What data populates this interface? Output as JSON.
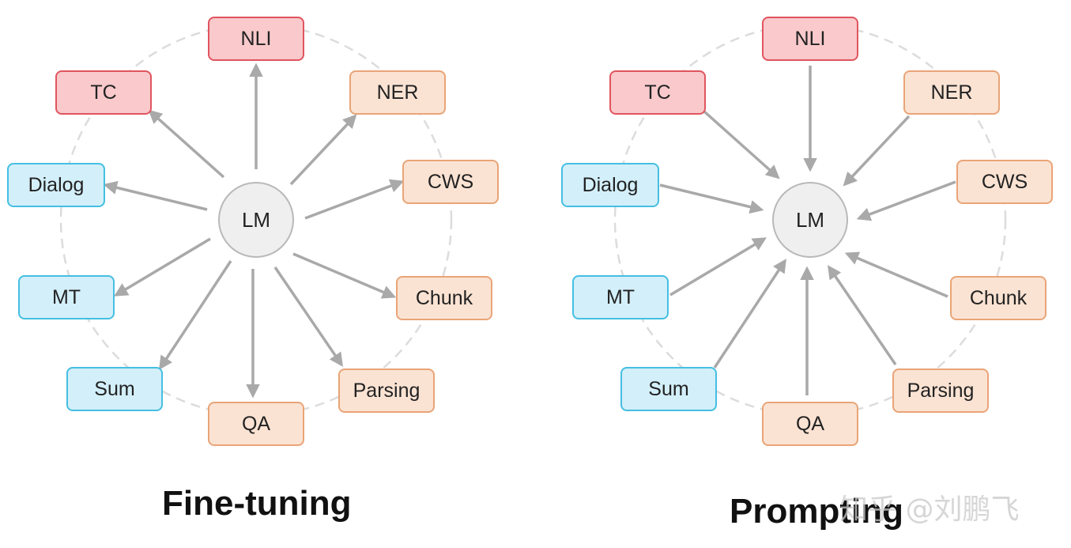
{
  "colors": {
    "edge": "#a9a9a9",
    "ring": "#dcdcdc",
    "red_fill": "#f9c9cb",
    "red_border": "#e0555f",
    "blue_fill": "#d3effa",
    "blue_border": "#45bfe2",
    "orange_fill": "#fbe3d3",
    "orange_border": "#e9a477"
  },
  "panels": [
    {
      "center_label": "LM",
      "caption": "Fine-tuning",
      "arrow_direction": "outward",
      "nodes": [
        {
          "label": "NLI",
          "group": "red"
        },
        {
          "label": "TC",
          "group": "red"
        },
        {
          "label": "NER",
          "group": "orange"
        },
        {
          "label": "Dialog",
          "group": "blue"
        },
        {
          "label": "CWS",
          "group": "orange"
        },
        {
          "label": "MT",
          "group": "blue"
        },
        {
          "label": "Chunk",
          "group": "orange"
        },
        {
          "label": "Sum",
          "group": "blue"
        },
        {
          "label": "Parsing",
          "group": "orange"
        },
        {
          "label": "QA",
          "group": "orange"
        }
      ]
    },
    {
      "center_label": "LM",
      "caption": "Prompting",
      "arrow_direction": "inward",
      "nodes": [
        {
          "label": "NLI",
          "group": "red"
        },
        {
          "label": "TC",
          "group": "red"
        },
        {
          "label": "NER",
          "group": "orange"
        },
        {
          "label": "Dialog",
          "group": "blue"
        },
        {
          "label": "CWS",
          "group": "orange"
        },
        {
          "label": "MT",
          "group": "blue"
        },
        {
          "label": "Chunk",
          "group": "orange"
        },
        {
          "label": "Sum",
          "group": "blue"
        },
        {
          "label": "Parsing",
          "group": "orange"
        },
        {
          "label": "QA",
          "group": "orange"
        }
      ]
    }
  ],
  "watermark": "知乎 @刘鹏飞"
}
